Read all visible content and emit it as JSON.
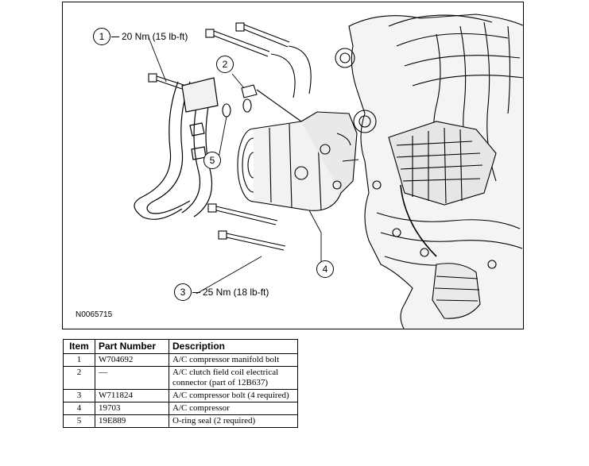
{
  "figure": {
    "id": "N0065715",
    "callouts": [
      {
        "num": "1",
        "text": "20 Nm (15 lb-ft)"
      },
      {
        "num": "2",
        "text": ""
      },
      {
        "num": "3",
        "text": "25 Nm (18 lb-ft)"
      },
      {
        "num": "4",
        "text": ""
      },
      {
        "num": "5",
        "text": ""
      }
    ]
  },
  "table": {
    "headers": {
      "item": "Item",
      "part": "Part Number",
      "desc": "Description"
    },
    "rows": [
      {
        "item": "1",
        "part": "W704692",
        "desc": "A/C compressor manifold bolt"
      },
      {
        "item": "2",
        "part": "—",
        "desc": "A/C clutch field coil electrical connector (part of 12B637)"
      },
      {
        "item": "3",
        "part": "W711824",
        "desc": "A/C compressor bolt (4 required)"
      },
      {
        "item": "4",
        "part": "19703",
        "desc": "A/C compressor"
      },
      {
        "item": "5",
        "part": "19E889",
        "desc": "O-ring seal (2 required)"
      }
    ]
  }
}
